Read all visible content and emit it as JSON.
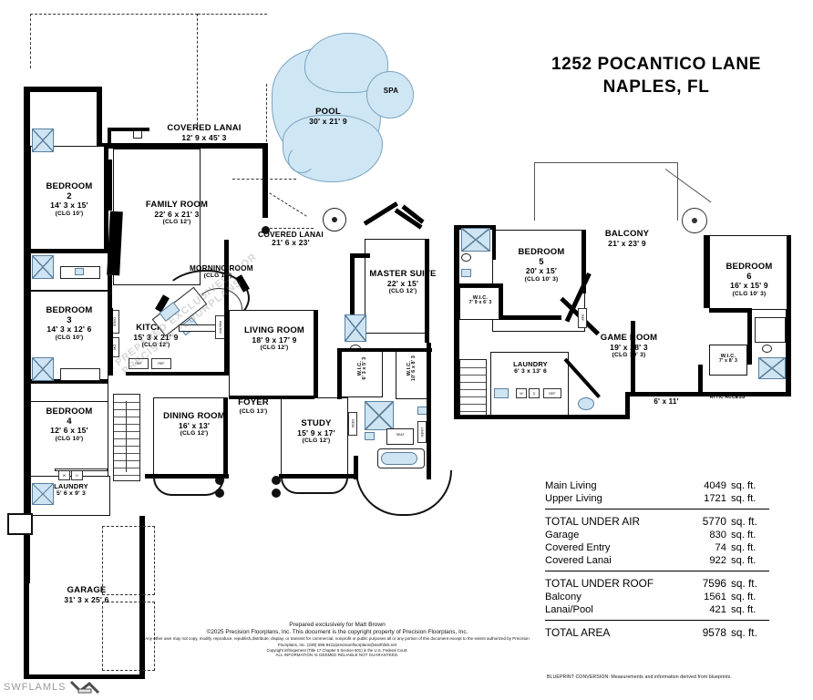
{
  "title": {
    "line1": "1252 POCANTICO LANE",
    "line2": "NAPLES, FL"
  },
  "watermark": {
    "mls": "SWFLAMLS",
    "diagonal_line1": "PREPARED EXCLUSIVELY FOR",
    "diagonal_line2": "PRECISION FLOORPLANS"
  },
  "pool": {
    "pool_label": "POOL",
    "pool_dim": "30' x 21' 9",
    "spa_label": "SPA"
  },
  "main_floor": {
    "rooms": [
      {
        "name": "COVERED LANAI",
        "dim": "12' 9 x 45' 3",
        "clg": ""
      },
      {
        "name": "BEDROOM",
        "num": "2",
        "dim": "14' 3 x 15'",
        "clg": "(CLG 10')"
      },
      {
        "name": "FAMILY ROOM",
        "dim": "22' 6 x 21' 3",
        "clg": "(CLG 12')"
      },
      {
        "name": "MORNING ROOM",
        "dim": "",
        "clg": "(CLG 12')"
      },
      {
        "name": "COVERED LANAI",
        "dim": "21' 6 x 23'",
        "clg": ""
      },
      {
        "name": "MASTER SUITE",
        "dim": "22' x 15'",
        "clg": "(CLG 12')"
      },
      {
        "name": "BEDROOM",
        "num": "3",
        "dim": "14' 3 x 12' 6",
        "clg": "(CLG 10')"
      },
      {
        "name": "KITCHEN",
        "dim": "15' 3 x 21' 9",
        "clg": "(CLG 12')"
      },
      {
        "name": "LIVING ROOM",
        "dim": "18' 9 x 17' 9",
        "clg": "(CLG 12')"
      },
      {
        "name": "BEDROOM",
        "num": "4",
        "dim": "12' 6 x 15'",
        "clg": "(CLG 10')"
      },
      {
        "name": "DINING ROOM",
        "dim": "16' x 13'",
        "clg": "(CLG 12')"
      },
      {
        "name": "FOYER",
        "dim": "",
        "clg": "(CLG 13')"
      },
      {
        "name": "STUDY",
        "dim": "15' 9 x 17'",
        "clg": "(CLG 12')"
      },
      {
        "name": "LAUNDRY",
        "dim": "5' 6 x 9' 3",
        "clg": ""
      },
      {
        "name": "GARAGE",
        "dim": "31' 3 x 25' 6",
        "clg": ""
      }
    ],
    "closets": [
      {
        "name": "W.I.C.",
        "dim": "6' 3 x 5' 3"
      },
      {
        "name": "W.I.C.",
        "dim": "10' 6 x 8' 3"
      }
    ],
    "fixture_tags": [
      "REF",
      "REF",
      "OVEN",
      "DW",
      "PANTRY",
      "DESK",
      "SEAT",
      "LINEN",
      "D",
      "W"
    ]
  },
  "upper_floor": {
    "rooms": [
      {
        "name": "BEDROOM",
        "num": "5",
        "dim": "20' x 15'",
        "clg": "(CLG 10' 3)"
      },
      {
        "name": "BALCONY",
        "dim": "21' x 23' 9",
        "clg": ""
      },
      {
        "name": "BEDROOM",
        "num": "6",
        "dim": "16' x 15' 9",
        "clg": "(CLG 10' 3)"
      },
      {
        "name": "GAME ROOM",
        "dim": "19' x 28' 3",
        "clg": "(CLG 10' 3)"
      },
      {
        "name": "LAUNDRY",
        "dim": "6' 3 x 13' 6",
        "clg": ""
      }
    ],
    "closets": [
      {
        "name": "W.I.C.",
        "dim": "7' 9 x 6' 3"
      },
      {
        "name": "W.I.C.",
        "dim": "7' x 8' 3"
      }
    ],
    "hall_dim": "6' x 11'",
    "attic_access": "ATTIC ACCESS"
  },
  "area_table": {
    "groups": [
      {
        "rows": [
          {
            "label": "Main Living",
            "value": "4049",
            "unit": "sq. ft.",
            "bold": false
          },
          {
            "label": "Upper Living",
            "value": "1721",
            "unit": "sq. ft.",
            "bold": false
          }
        ]
      },
      {
        "rows": [
          {
            "label": "TOTAL UNDER AIR",
            "value": "5770",
            "unit": "sq. ft.",
            "bold": true
          },
          {
            "label": "Garage",
            "value": "830",
            "unit": "sq. ft.",
            "bold": false
          },
          {
            "label": "Covered Entry",
            "value": "74",
            "unit": "sq. ft.",
            "bold": false
          },
          {
            "label": "Covered Lanai",
            "value": "922",
            "unit": "sq. ft.",
            "bold": false
          }
        ]
      },
      {
        "rows": [
          {
            "label": "TOTAL UNDER ROOF",
            "value": "7596",
            "unit": "sq. ft.",
            "bold": true
          },
          {
            "label": "Balcony",
            "value": "1561",
            "unit": "sq. ft.",
            "bold": false
          },
          {
            "label": "Lanai/Pool",
            "value": "421",
            "unit": "sq. ft.",
            "bold": false
          }
        ]
      },
      {
        "rows": [
          {
            "label": "TOTAL AREA",
            "value": "9578",
            "unit": "sq. ft.",
            "bold": true
          }
        ]
      }
    ],
    "conversion_note": "BLUEPRINT CONVERSION: Measurements and information derived from blueprints."
  },
  "credits": {
    "prepared_for": "Prepared exclusively for Matt Brown",
    "copyright": "©2025 Precision Floorplans, Inc.   This document is the copyright property of Precision Floorplans, Inc.",
    "terms": "Any other user may not copy, modify, reproduce, republish,distribute, display, or transmit for commercial, nonprofit or public purposes all or any portion of this document except to the extent authorized by Precision Floorplans, Inc. (239) 596-9411/precisionfloorplans@earthlink.net",
    "legal": "Copyright infringement (Title 17 Chapter 5 Section 501) in the U.S. Federal Court.",
    "disclaimer": "ALL INFORMATION IS DEEMED RELIABLE NOT GUARANTEED."
  }
}
